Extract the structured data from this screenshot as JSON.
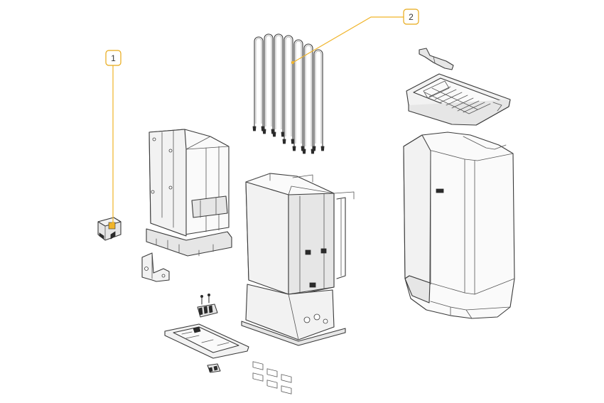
{
  "callouts": [
    {
      "number": "1",
      "part": "terminal-block"
    },
    {
      "number": "2",
      "part": "heating-elements"
    }
  ],
  "colors": {
    "callout_accent": "#f0b429",
    "line_art": "#3a3a3a",
    "background": "#ffffff"
  }
}
